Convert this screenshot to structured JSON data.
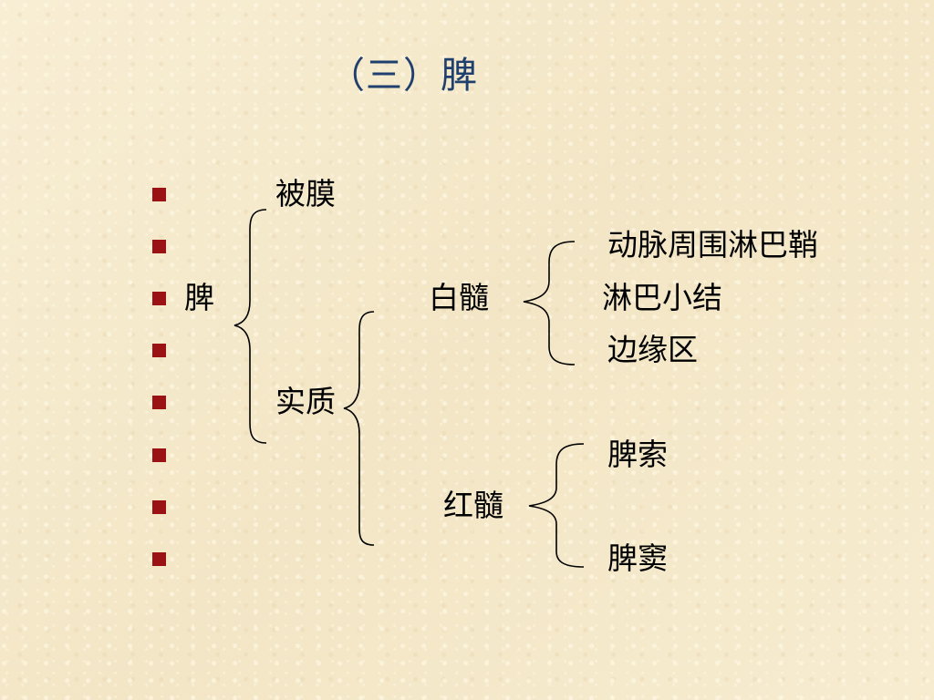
{
  "title": "（三）脾",
  "colors": {
    "bullet": "#9b1214",
    "title": "#1f3f6e"
  },
  "diagram": {
    "root": "脾",
    "capsule": "被膜",
    "parenchyma": "实质",
    "white_pulp": {
      "label": "白髓",
      "children": [
        "动脉周围淋巴鞘",
        "淋巴小结",
        "边缘区"
      ]
    },
    "red_pulp": {
      "label": "红髓",
      "children": [
        "脾索",
        "脾窦"
      ]
    }
  }
}
